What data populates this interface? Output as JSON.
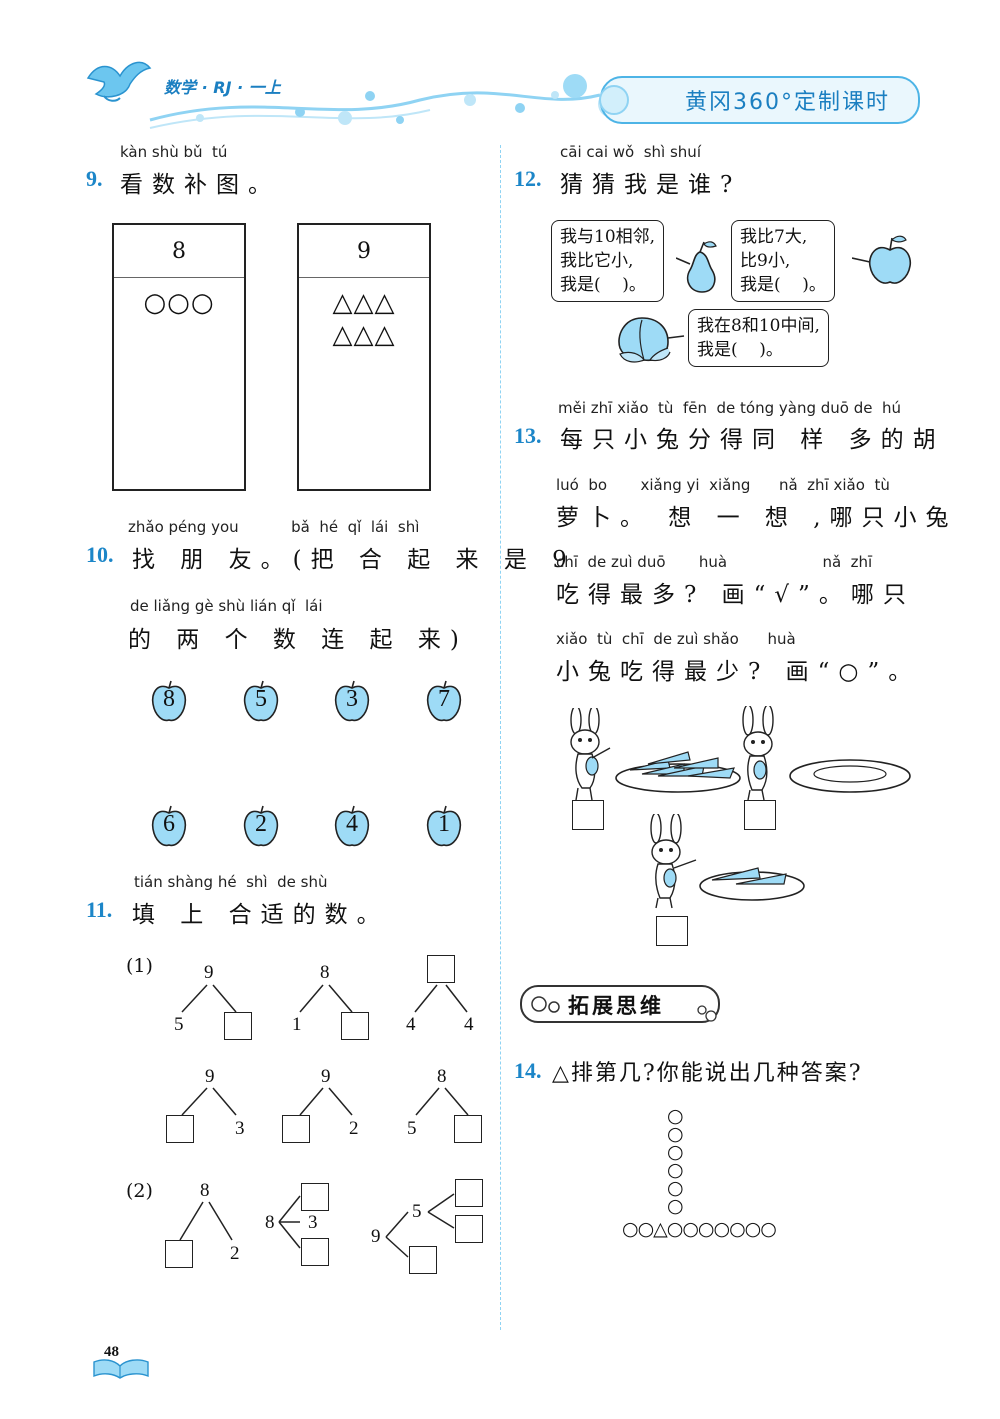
{
  "header": {
    "subject": "数学 · RJ · 一上",
    "series": "黄冈360°定制课时"
  },
  "q9": {
    "num": "9.",
    "pinyin": "kàn shù bǔ  tú",
    "title": "看数补图。",
    "boxes": [
      {
        "number": "8",
        "shapes": "○○○"
      },
      {
        "number": "9",
        "shapes": "△△△\n△△△"
      }
    ]
  },
  "q10": {
    "num": "10.",
    "pinyin1": "zhǎo péng you           bǎ  hé  qǐ  lái  shì",
    "line1": "找 朋 友。(把 合 起 来 是 9",
    "pinyin2": "de liǎng gè shù lián qǐ  lái",
    "line2": "的 两 个 数 连 起 来)",
    "row1": [
      "8",
      "5",
      "3",
      "7"
    ],
    "row2": [
      "6",
      "2",
      "4",
      "1"
    ]
  },
  "q11": {
    "num": "11.",
    "pinyin": "tián shàng hé  shì  de shù",
    "title": "填 上 合适的数。",
    "part1": "(1)",
    "part2": "(2)",
    "t1": {
      "top": "9",
      "left": "5"
    },
    "t2": {
      "top": "8",
      "left": "1"
    },
    "t3": {
      "left": "4",
      "right": "4"
    },
    "t4": {
      "top": "9",
      "right": "3"
    },
    "t5": {
      "top": "9",
      "right": "2"
    },
    "t6": {
      "top": "8",
      "left": "5"
    },
    "t7": {
      "top": "8",
      "right": "2"
    },
    "b1": {
      "root": "8",
      "mid": "3"
    },
    "b2": {
      "root": "9",
      "top": "5"
    }
  },
  "q12": {
    "num": "12.",
    "pinyin": "cāi cai wǒ  shì shuí",
    "title": "猜猜我是谁?",
    "bubble1": "我与10相邻,\n我比它小,\n我是(    )。",
    "bubble2": "我比7大,\n比9小,\n我是(    )。",
    "bubble3": "我在8和10中间,\n我是(    )。"
  },
  "q13": {
    "num": "13.",
    "pinyin1": "měi zhī xiǎo  tù  fēn  de tóng yàng duō de  hú",
    "line1": "每只小兔分得同 样 多的胡",
    "pinyin2": "luó  bo       xiǎng yi  xiǎng      nǎ  zhī xiǎo  tù",
    "line2": "萝卜。 想 一 想 ,哪只小兔",
    "pinyin3": "chī  de zuì duō       huà                    nǎ  zhī",
    "line3": "吃得最多? 画“√”。哪只",
    "pinyin4": "xiǎo  tù  chī  de zuì shǎo      huà",
    "line4": "小兔吃得最少? 画“○”。"
  },
  "tag": {
    "label": "拓展思维"
  },
  "q14": {
    "num": "14.",
    "title": "△排第几?你能说出几种答案?",
    "column": "○\n○\n○\n○\n○\n○",
    "row": "○○△○○○○○○○"
  },
  "footer": {
    "page": "48"
  },
  "colors": {
    "accent": "#1c86c8",
    "light": "#bfe6f8"
  }
}
